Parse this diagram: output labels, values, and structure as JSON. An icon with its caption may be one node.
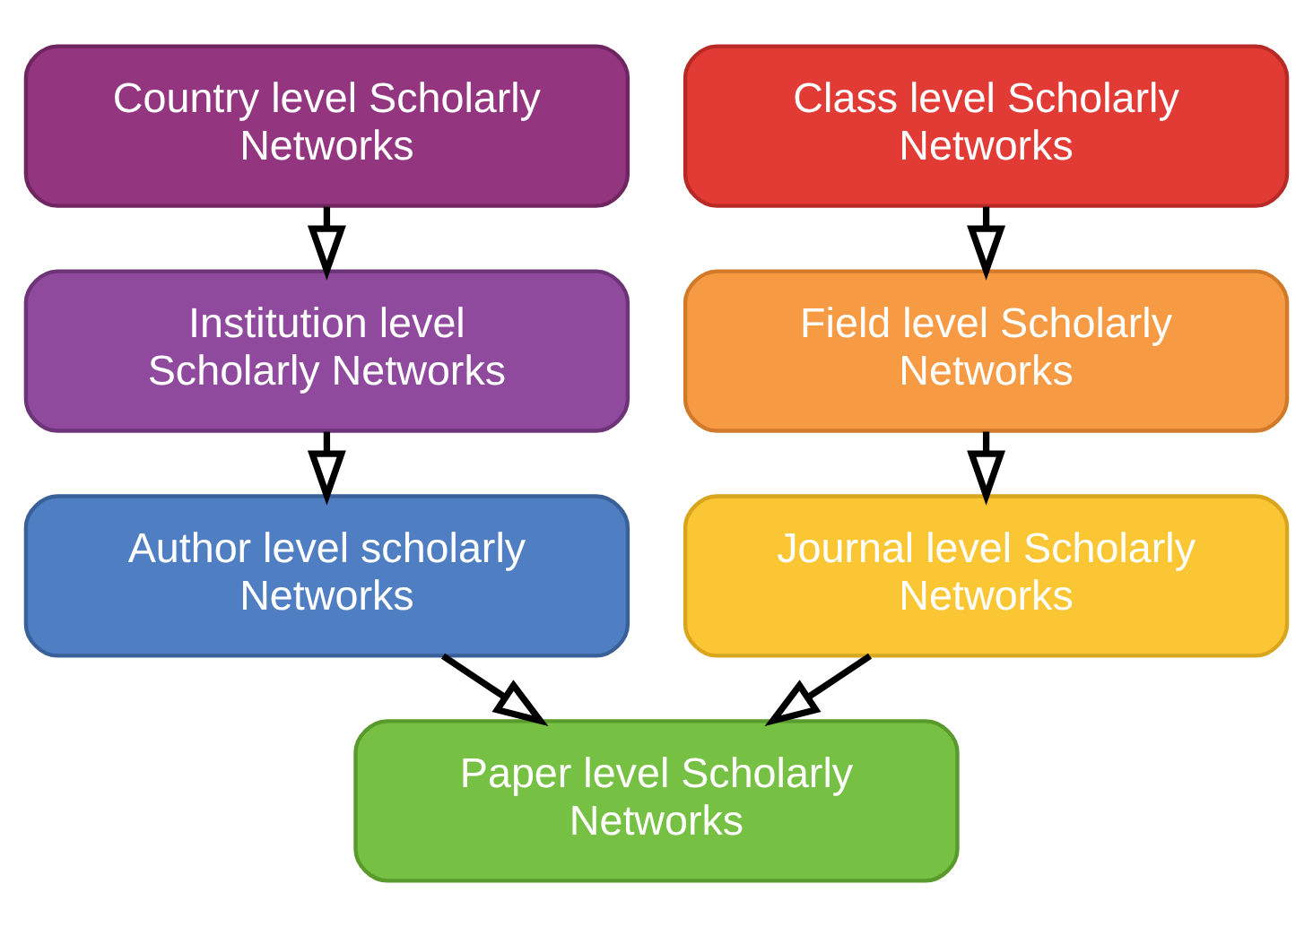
{
  "diagram": {
    "nodes": [
      {
        "text": [
          "Country level Scholarly Networks"
        ]
      },
      {
        "text": [
          "Class level Scholarly Networks"
        ]
      },
      {
        "text": [
          "Institution level Scholarly Networks"
        ]
      },
      {
        "text": [
          "Field level Scholarly Networks"
        ]
      },
      {
        "text": [
          "Author level scholarly Networks"
        ]
      },
      {
        "text": [
          "Journal level Scholarly Networks"
        ]
      },
      {
        "text": [
          "Paper level Scholarly Networks"
        ]
      }
    ],
    "edges": [
      {
        "from": 0,
        "to": 2,
        "arrow": "to"
      },
      {
        "from": 2,
        "to": 4,
        "arrow": "to"
      },
      {
        "from": 4,
        "to": 6,
        "arrow": "to"
      },
      {
        "from": 1,
        "to": 3,
        "arrow": "to"
      },
      {
        "from": 3,
        "to": 5,
        "arrow": "to"
      },
      {
        "from": 5,
        "to": 6,
        "arrow": "to"
      }
    ]
  }
}
